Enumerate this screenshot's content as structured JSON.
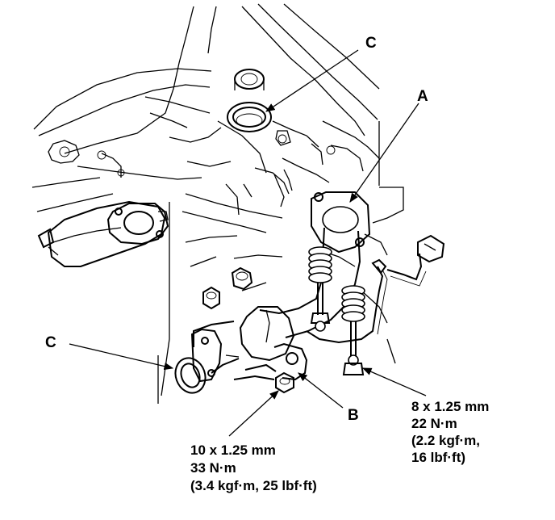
{
  "labels": {
    "c_top": "C",
    "a": "A",
    "c_left": "C",
    "b": "B"
  },
  "spec_right": {
    "line1": "8 x 1.25 mm",
    "line2": "22 N·m",
    "line3": "(2.2 kgf·m,",
    "line4": "16 lbf·ft)"
  },
  "spec_bottom": {
    "line1": "10 x 1.25 mm",
    "line2": "33 N·m",
    "line3": "(3.4 kgf·m, 25 lbf·ft)"
  }
}
